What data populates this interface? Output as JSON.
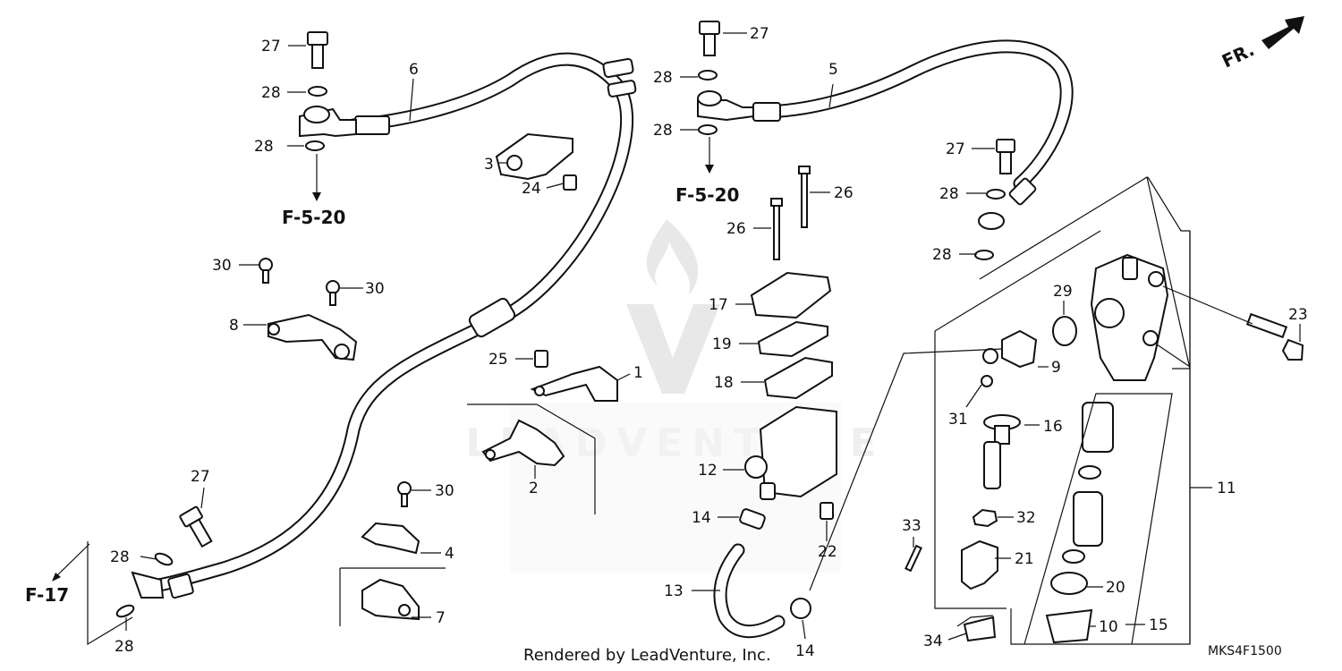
{
  "diagram": {
    "direction_label": "FR.",
    "reference_labels": [
      "F-5-20",
      "F-5-20",
      "F-17"
    ],
    "callouts": [
      "27",
      "28",
      "28",
      "6",
      "3",
      "24",
      "30",
      "30",
      "8",
      "25",
      "1",
      "2",
      "27",
      "28",
      "28",
      "5",
      "26",
      "26",
      "17",
      "19",
      "18",
      "12",
      "14",
      "22",
      "13",
      "14",
      "27",
      "28",
      "28",
      "29",
      "23",
      "9",
      "31",
      "16",
      "32",
      "33",
      "21",
      "20",
      "10",
      "15",
      "34",
      "11",
      "4",
      "7",
      "30",
      "27",
      "28",
      "28"
    ],
    "watermark": "LEADVENTURE",
    "footer_text": "Rendered by LeadVenture, Inc.",
    "diagram_code": "MKS4F1500"
  }
}
